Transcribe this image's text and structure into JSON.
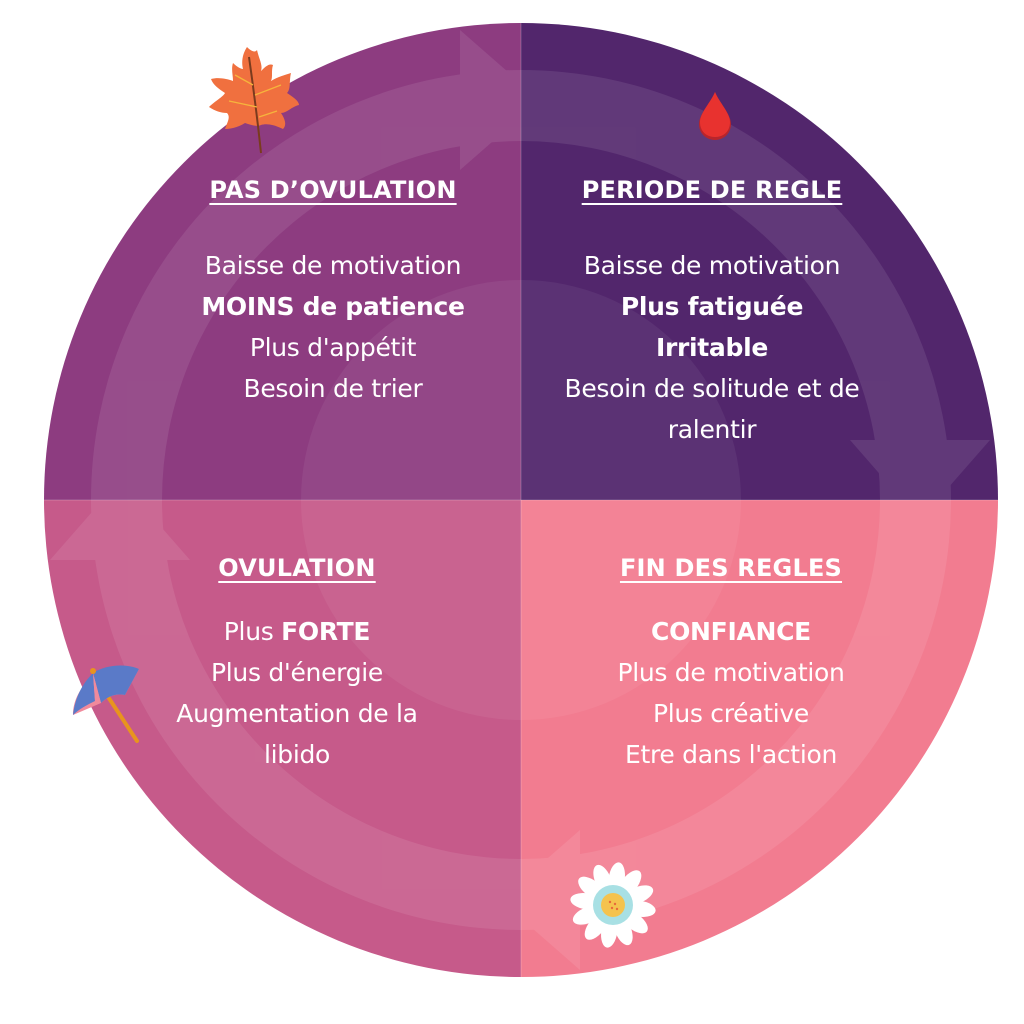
{
  "colors": {
    "top_left": "#8d3c80",
    "top_left_light": "#974a8a",
    "top_right": "#52266c",
    "top_right_light": "#5d3276",
    "bottom_left": "#c65a8a",
    "bottom_left_light": "#c8649a",
    "bottom_right": "#f27c90",
    "bottom_right_light": "#f48898",
    "text": "#ffffff"
  },
  "quadrants": [
    {
      "id": "top-left",
      "icon": "maple-leaf-icon",
      "title": "PAS D’OVULATION",
      "lines": [
        {
          "text": "Baisse de motivation",
          "bold": false
        },
        {
          "text": "MOINS de patience",
          "bold": true
        },
        {
          "text": "Plus d'appétit",
          "bold": false
        },
        {
          "text": "Besoin de trier",
          "bold": false
        }
      ]
    },
    {
      "id": "top-right",
      "icon": "blood-drop-icon",
      "title": "PERIODE DE REGLE",
      "lines": [
        {
          "text": "Baisse de motivation",
          "bold": false
        },
        {
          "text": "Plus fatiguée",
          "bold": true
        },
        {
          "text": "Irritable",
          "bold": true
        },
        {
          "text": "Besoin de solitude et de",
          "bold": false
        },
        {
          "text": "ralentir",
          "bold": false
        }
      ]
    },
    {
      "id": "bottom-left",
      "icon": "beach-umbrella-icon",
      "title": "OVULATION",
      "lines": [
        {
          "text": "Plus ",
          "bold_suffix": "FORTE"
        },
        {
          "text": "Plus d'énergie",
          "bold": false
        },
        {
          "text": "Augmentation de la",
          "bold": false
        },
        {
          "text": "libido",
          "bold": false
        }
      ]
    },
    {
      "id": "bottom-right",
      "icon": "daisy-flower-icon",
      "title": "FIN DES REGLES",
      "lines": [
        {
          "text": "CONFIANCE",
          "bold": true
        },
        {
          "text": "Plus de motivation",
          "bold": false
        },
        {
          "text": "Plus créative",
          "bold": false
        },
        {
          "text": "Etre dans l'action",
          "bold": false
        }
      ]
    }
  ]
}
